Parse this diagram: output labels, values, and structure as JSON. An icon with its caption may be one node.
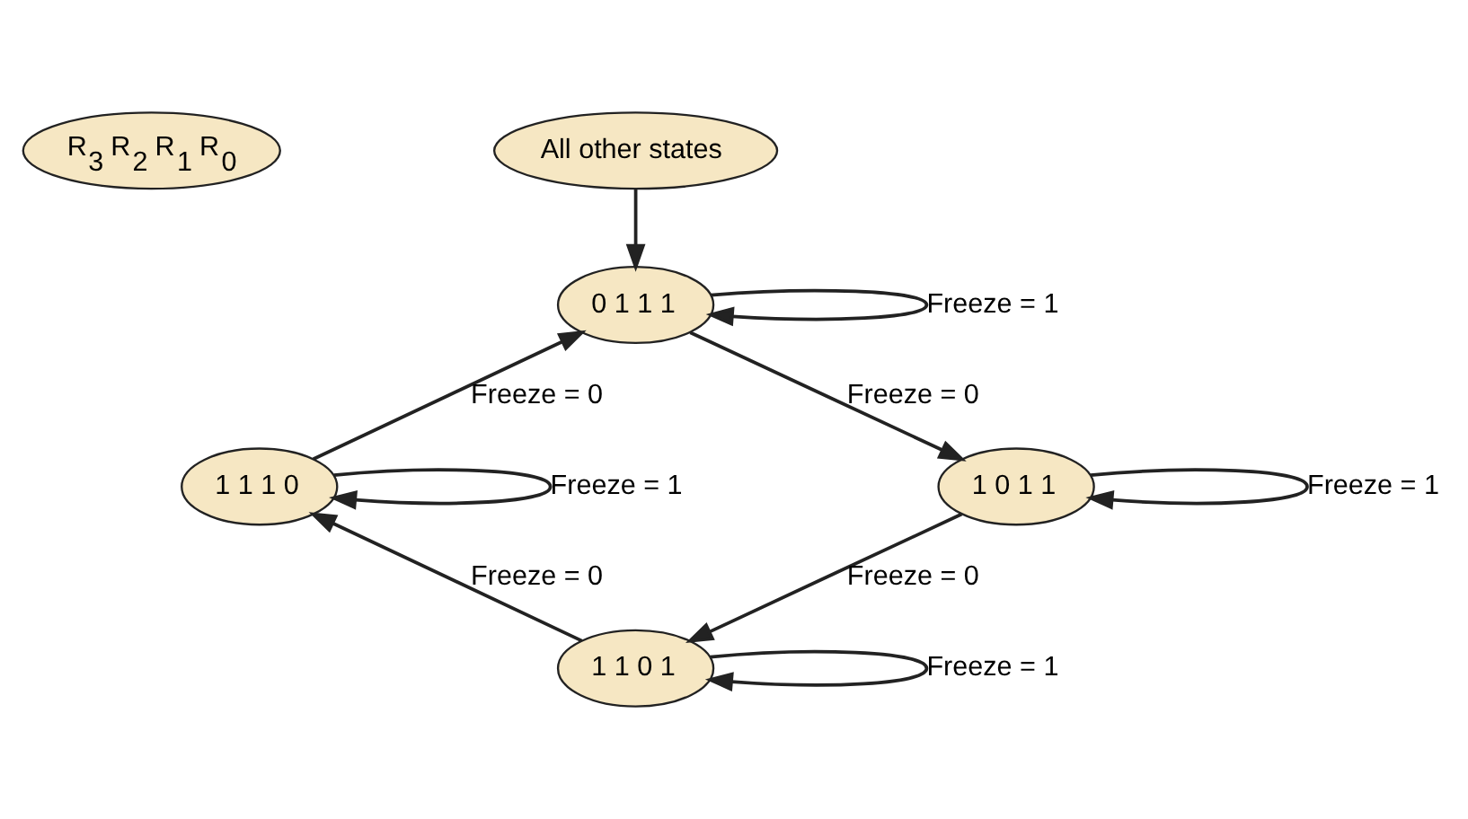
{
  "diagram": {
    "nodes": [
      {
        "text": [
          "R$_{3}$ R$_{2}$ R$_{1}$ R$_{0}$"
        ]
      },
      {
        "text": [
          "All other states"
        ]
      },
      {
        "text": [
          "0 1 1 1"
        ]
      },
      {
        "text": [
          "1 0 1 1"
        ]
      },
      {
        "text": [
          "1 1 0 1"
        ]
      },
      {
        "text": [
          "1 1 1 0"
        ]
      }
    ],
    "edges": [
      {
        "from": 1,
        "to": 2,
        "arrow": "to"
      },
      {
        "from": 2,
        "to": 2,
        "arrow": "to",
        "label": "Freeze = 1"
      },
      {
        "from": 2,
        "to": 3,
        "arrow": "to",
        "label": "Freeze = 0"
      },
      {
        "from": 3,
        "to": 3,
        "arrow": "to",
        "label": "Freeze = 1"
      },
      {
        "from": 3,
        "to": 4,
        "arrow": "to",
        "label": "Freeze = 0"
      },
      {
        "from": 4,
        "to": 4,
        "arrow": "to",
        "label": "Freeze = 1"
      },
      {
        "from": 4,
        "to": 5,
        "arrow": "to",
        "label": "Freeze = 0"
      },
      {
        "from": 5,
        "to": 5,
        "arrow": "to",
        "label": "Freeze = 1"
      },
      {
        "from": 5,
        "to": 2,
        "arrow": "to",
        "label": "Freeze = 0"
      }
    ]
  }
}
